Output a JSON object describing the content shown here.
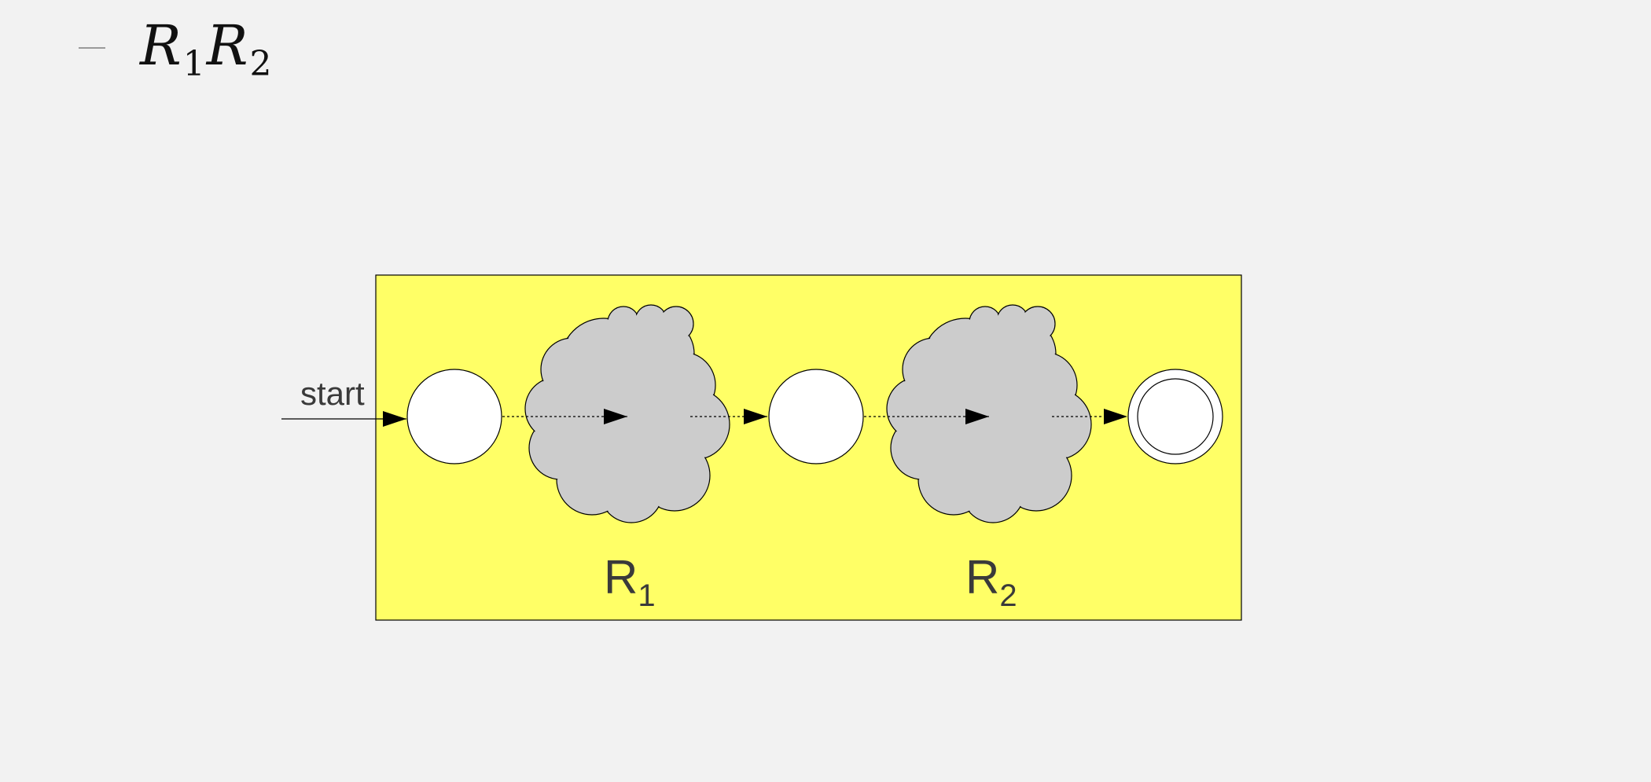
{
  "slide": {
    "expression": {
      "parts": [
        {
          "symbol": "R",
          "subscript": "1"
        },
        {
          "symbol": "R",
          "subscript": "2"
        }
      ]
    }
  },
  "diagram": {
    "start_label": "start",
    "regions": [
      {
        "symbol": "R",
        "subscript": "1"
      },
      {
        "symbol": "R",
        "subscript": "2"
      }
    ],
    "colors": {
      "box_fill": "#ffff66",
      "cloud_fill": "#cccccc",
      "state_fill": "#ffffff",
      "stroke": "#000000",
      "background": "#f2f2f2"
    },
    "states": [
      "initial",
      "intermediate",
      "accepting"
    ]
  }
}
